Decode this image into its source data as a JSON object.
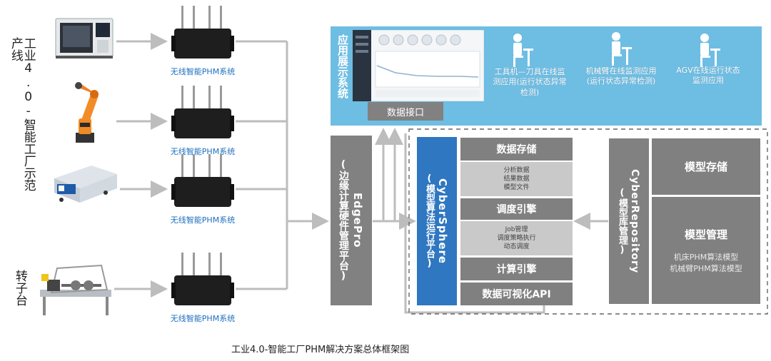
{
  "left_labels": {
    "line": "工业4.0-智能工厂示范产线",
    "rotor": "转子台"
  },
  "devices": {
    "caption": "无线智能PHM系统",
    "machine_icons": [
      "cnc-machine",
      "robot-arm",
      "agv",
      "rotor-test-rig"
    ]
  },
  "edgepro": {
    "name": "EdgePro",
    "subtitle": "(边缘计算硬件管理平台)"
  },
  "app_panel": {
    "title": "应用展示系统",
    "data_interface": "数据接口",
    "apps": [
      {
        "label": "工具机—刀具在线监测应用(运行状态异常检测)",
        "icon": "engineer-icon"
      },
      {
        "label": "机械臂在线监测应用(运行状态异常检测)",
        "icon": "engineer-icon"
      },
      {
        "label": "AGV在线运行状态监测应用",
        "icon": "engineer-icon"
      }
    ]
  },
  "cybersphere": {
    "name": "CyberSphere",
    "subtitle": "(模型算法运行平台)",
    "data_storage": "数据存储",
    "storage_items": [
      "分析数据",
      "结果数据",
      "模型文件"
    ],
    "scheduler": "调度引擎",
    "scheduler_items": [
      "Job管理",
      "调度策略执行",
      "动态调度"
    ],
    "compute": "计算引擎",
    "viz_api": "数据可视化API"
  },
  "cyberrepository": {
    "name": "CyberRepository",
    "subtitle": "(模型库管理)",
    "model_storage": "模型存储",
    "model_management": "模型管理",
    "models": [
      "机床PHM算法模型",
      "机械臂PHM算法模型"
    ]
  },
  "caption": "工业4.0-智能工厂PHM解决方案总体框架图",
  "colors": {
    "blue_panel": "#6ebde3",
    "blue_box": "#2f77c0",
    "gray_box": "#808080",
    "light_gray": "#c9c9c9",
    "device_caption": "#1f6fbf"
  }
}
